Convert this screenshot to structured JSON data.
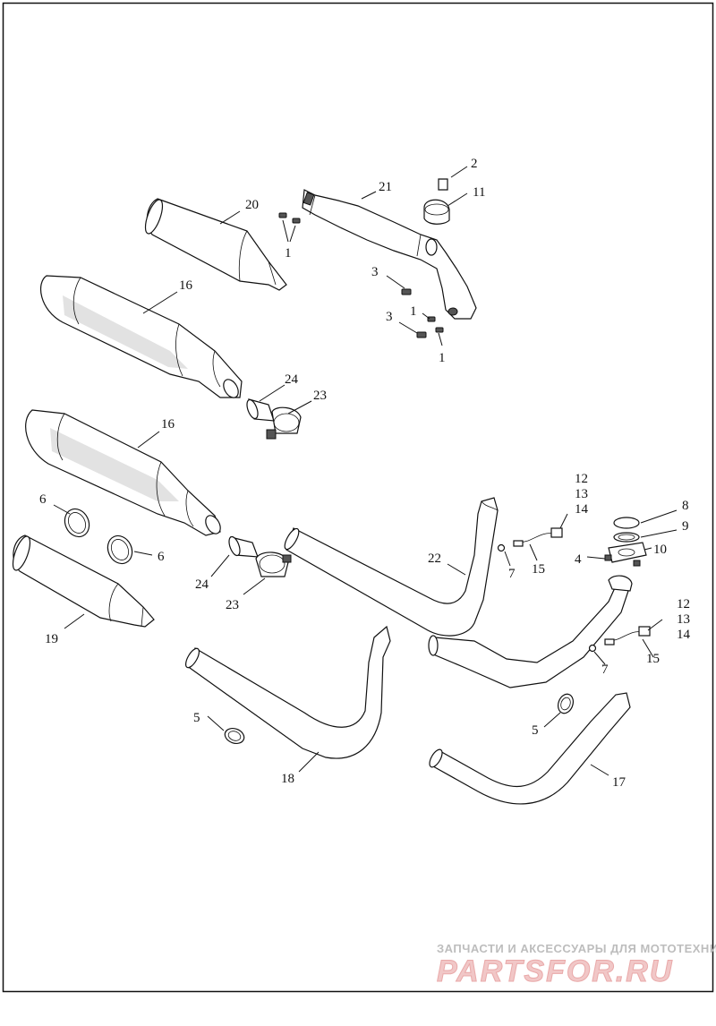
{
  "callouts": {
    "c1a": "1",
    "c1b": "1",
    "c1c": "1",
    "c2": "2",
    "c3a": "3",
    "c3b": "3",
    "c4": "4",
    "c5a": "5",
    "c5b": "5",
    "c6a": "6",
    "c6b": "6",
    "c7a": "7",
    "c7b": "7",
    "c8": "8",
    "c9": "9",
    "c10": "10",
    "c11": "11",
    "c12a": "12",
    "c13a": "13",
    "c14a": "14",
    "c12b": "12",
    "c13b": "13",
    "c14b": "14",
    "c15a": "15",
    "c15b": "15",
    "c16a": "16",
    "c16b": "16",
    "c17": "17",
    "c18": "18",
    "c19": "19",
    "c20": "20",
    "c21": "21",
    "c22": "22",
    "c23a": "23",
    "c23b": "23",
    "c24a": "24",
    "c24b": "24"
  },
  "watermark": {
    "tagline": "ЗАПЧАСТИ И АКСЕССУАРЫ ДЛЯ МОТОТЕХНИКИ",
    "logo": "PARTSFOR.RU"
  }
}
